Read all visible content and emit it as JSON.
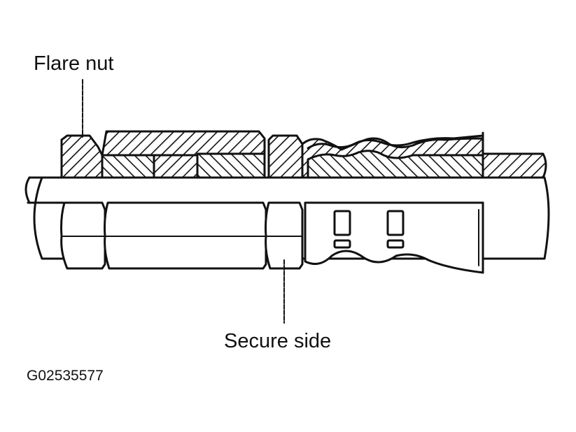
{
  "labels": {
    "flare_nut": "Flare nut",
    "secure_side": "Secure side"
  },
  "figure_id": "G02535577"
}
